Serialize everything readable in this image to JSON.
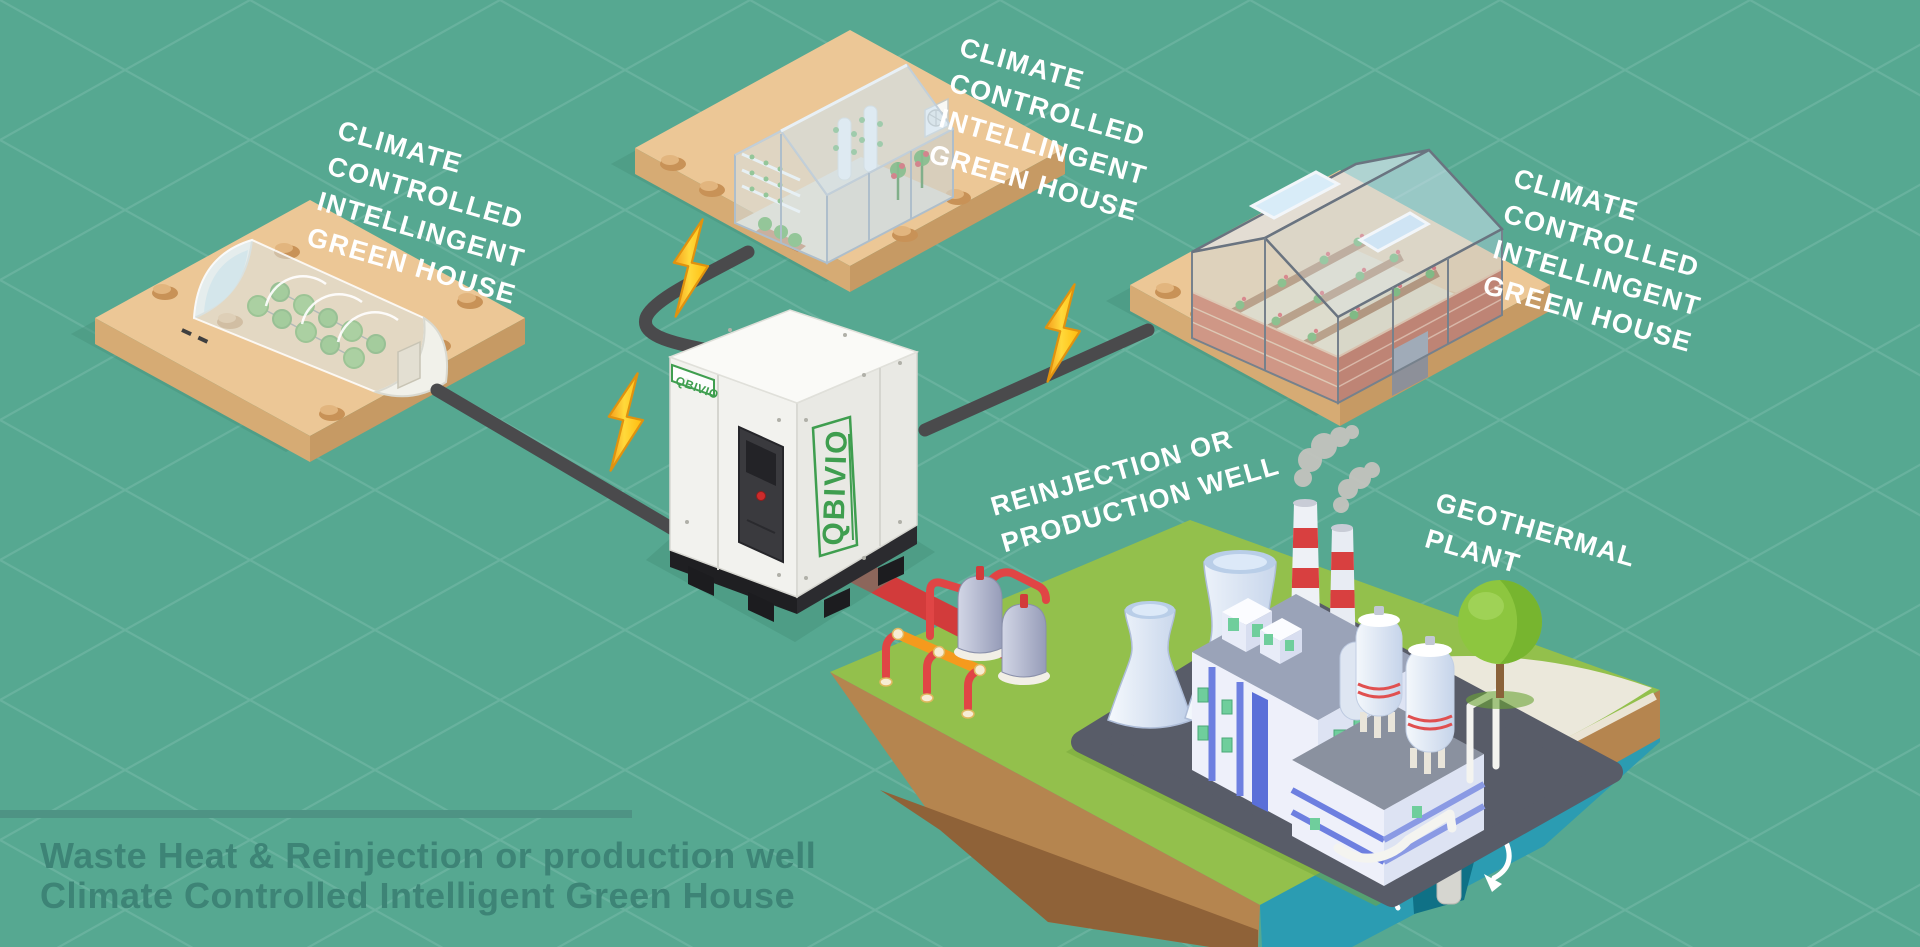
{
  "labels": {
    "greenhouse_left": {
      "lines": [
        "CLIMATE",
        "CONTROLLED",
        "INTELLINGENT",
        "GREEN HOUSE"
      ]
    },
    "greenhouse_top": {
      "lines": [
        "CLIMATE",
        "CONTROLLED",
        "INTELLINGENT",
        "GREEN HOUSE"
      ]
    },
    "greenhouse_right": {
      "lines": [
        "CLIMATE",
        "CONTROLLED",
        "INTELLINGENT",
        "GREEN HOUSE"
      ]
    },
    "well": {
      "lines": [
        "REINJECTION OR",
        "PRODUCTION WELL"
      ]
    },
    "plant": {
      "lines": [
        "GEOTHERMAL",
        "PLANT"
      ]
    }
  },
  "caption": {
    "line1": "Waste Heat & Reinjection or production well",
    "line2": "Climate Controlled Intelligent Green House"
  },
  "brand": {
    "unit_label_small": "QBIVIO",
    "unit_label_side": "QBIVIO"
  },
  "colors": {
    "background": "#56a891",
    "grid": "#6db4a1",
    "label_text": "#ffffff",
    "caption_text": "#3d8476",
    "divider": "#4e9384",
    "cable": "#4a4a4c",
    "lightning": "#ffc21e",
    "brand_green": "#3f9e4f",
    "pipe_red": "#d23b3b",
    "pipe_orange": "#f59a1d",
    "platform_tan": "#ecc796",
    "grass": "#93c04c",
    "water": "#2b9cb2",
    "earth": "#b5854f",
    "chimney_red": "#d84040"
  }
}
